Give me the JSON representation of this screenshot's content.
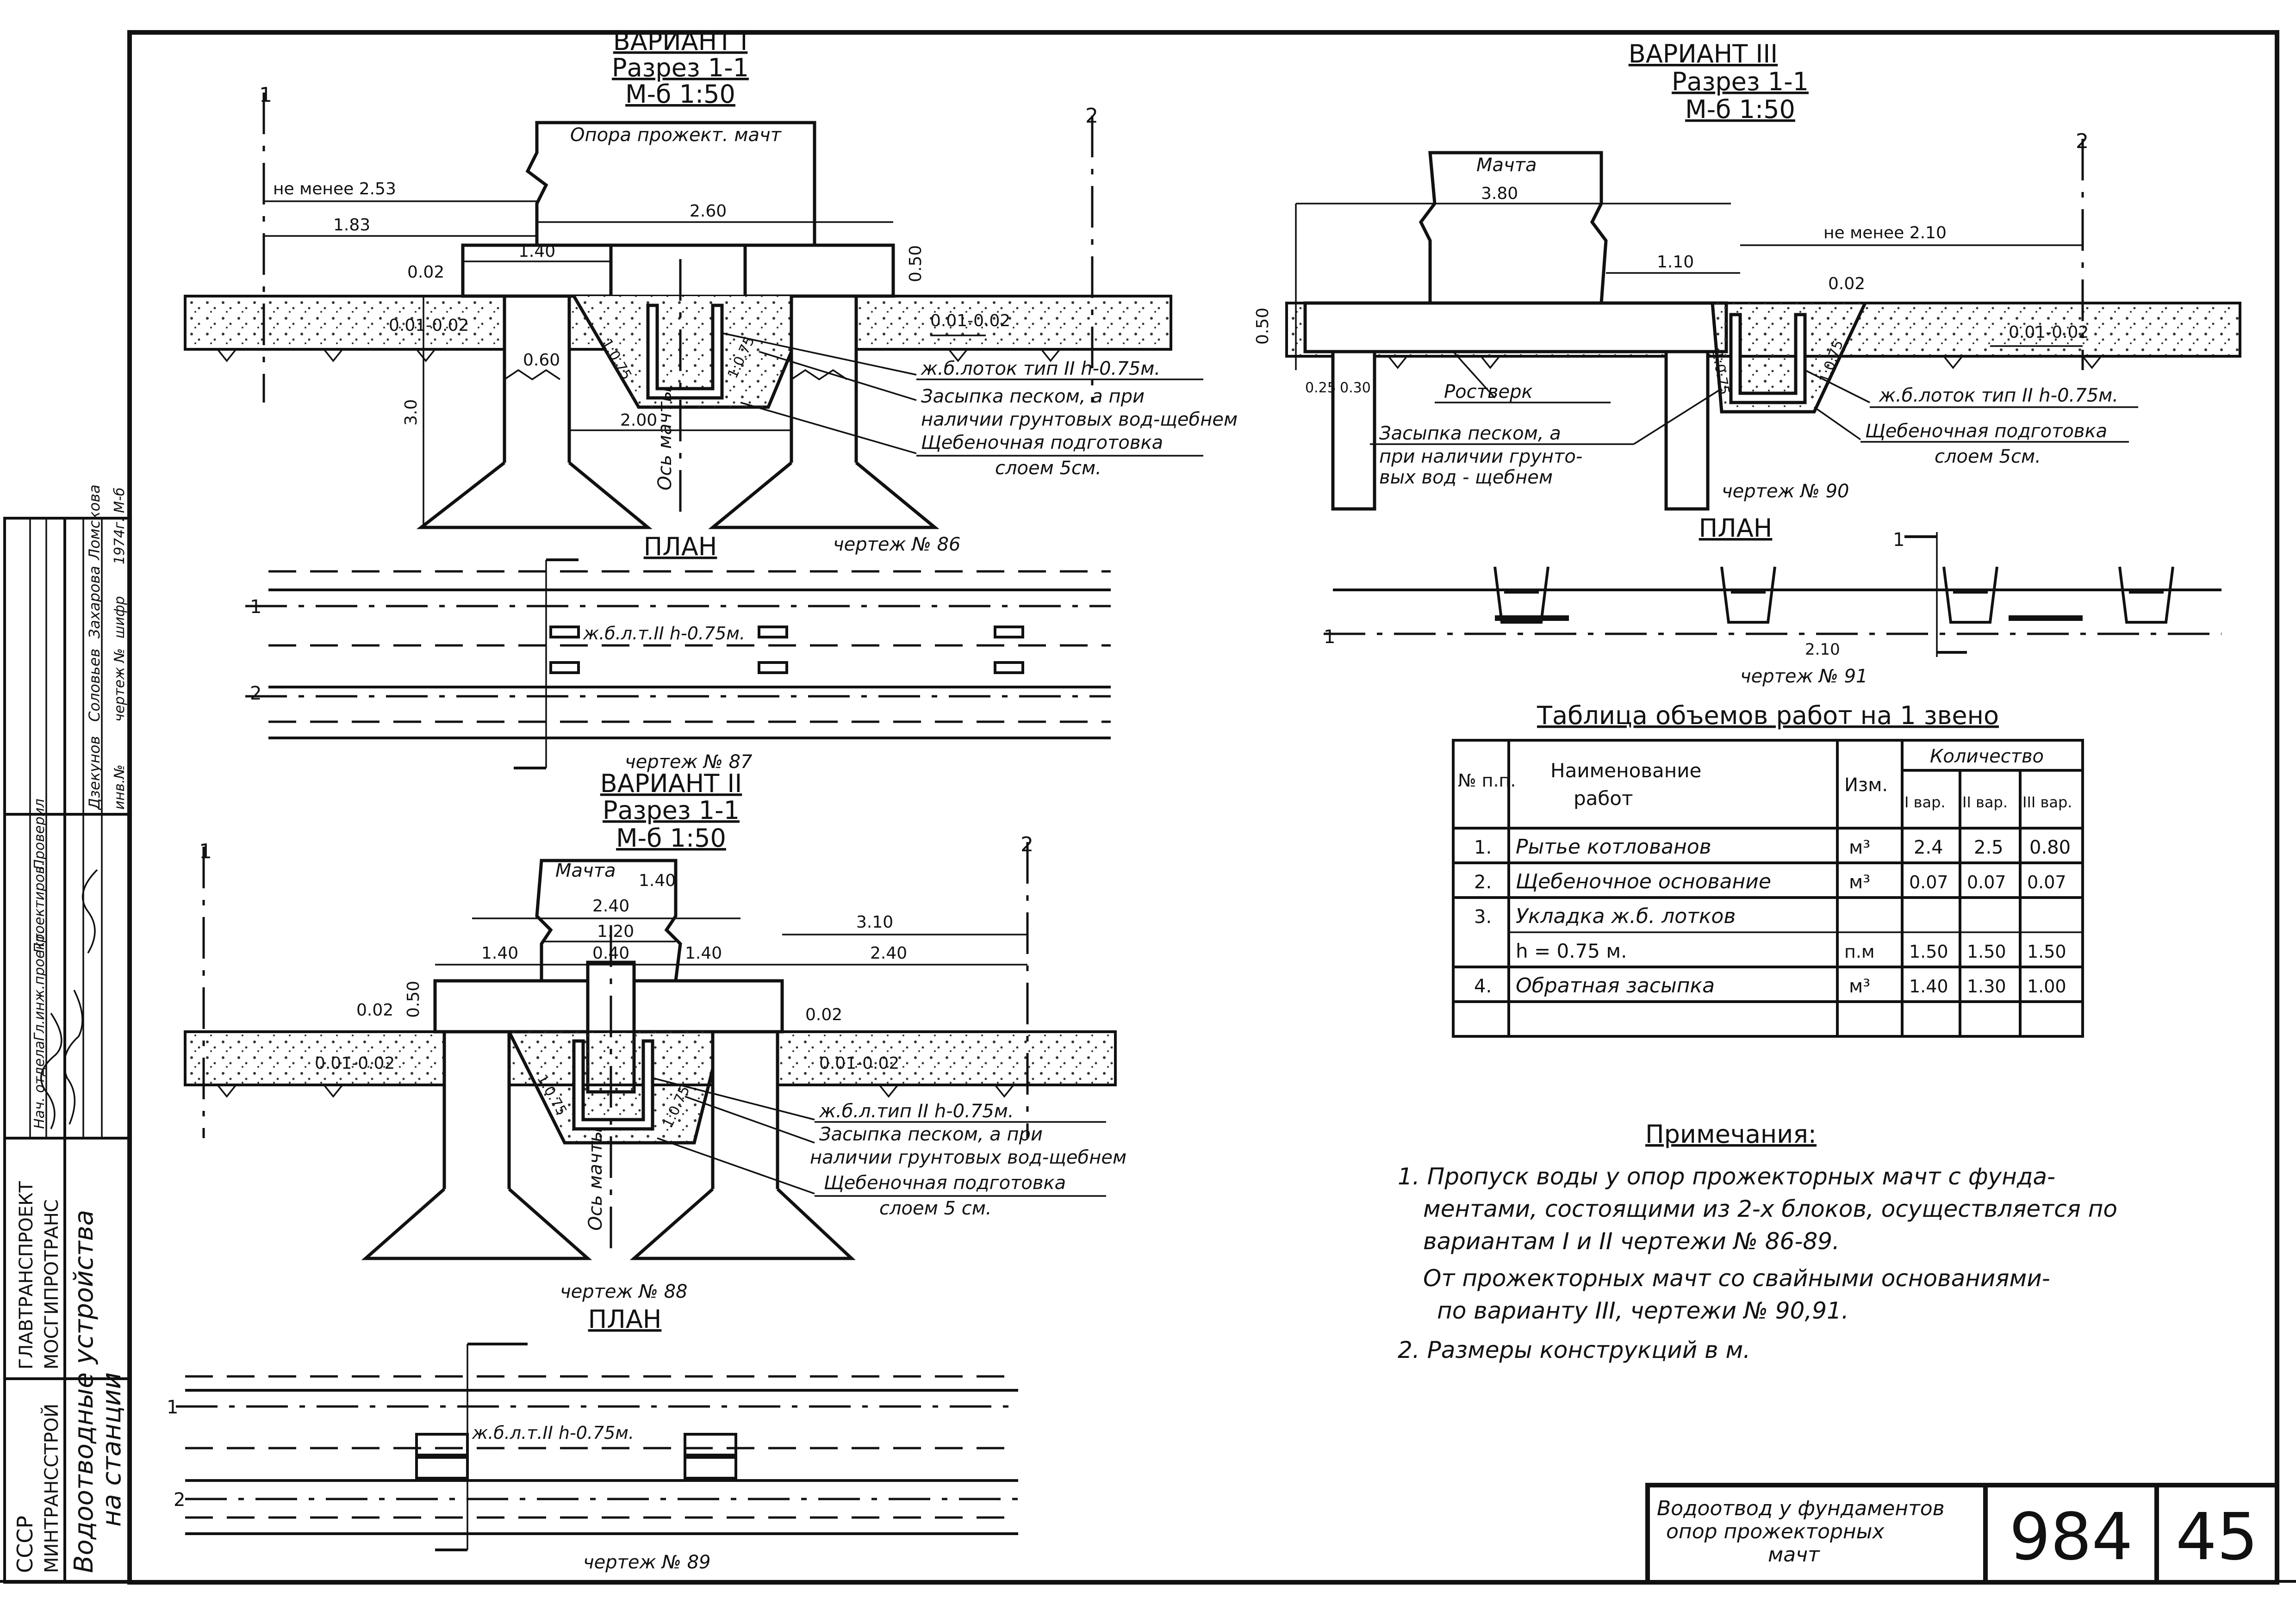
{
  "variant1": {
    "title": "ВАРИАНТ I",
    "section": "Разрез 1-1",
    "scale": "М-б 1:50",
    "support_label": "Опора прожект. мачт",
    "dims": {
      "min": "не менее 2.53",
      "d183": "1.83",
      "d260": "2.60",
      "d140": "1.40",
      "d002": "0.02",
      "d050": "0.50",
      "slope": "0.01-0.02",
      "slope_r": "0.01-0.02",
      "d060": "0.60",
      "d30": "3.0",
      "d200": "2.00",
      "s1": "1:0.75",
      "s2": "1:0.75"
    },
    "axis_label": "Ось мачты",
    "mark1": "1",
    "mark2": "2",
    "legend": [
      "ж.б.лоток тип II h-0.75м.",
      "Засыпка песком, а при",
      "наличии грунтовых вод-щебнем",
      "Щебеночная подготовка",
      "слоем 5см."
    ],
    "drawing": "чертеж № 86",
    "plan_title": "ПЛАН",
    "plan_label": "ж.б.л.т.II h-0.75м.",
    "plan_drawing": "чертеж № 87"
  },
  "variant2": {
    "title": "ВАРИАНТ II",
    "section": "Разрез 1-1",
    "scale": "М-б 1:50",
    "mast_label": "Мачта",
    "dims": {
      "d140top": "1.40",
      "d240": "2.40",
      "d120": "1.20",
      "d040": "0.40",
      "d140l": "1.40",
      "d140r": "1.40",
      "d310": "3.10",
      "d240r": "2.40",
      "d002l": "0.02",
      "d050": "0.50",
      "d002r": "0.02",
      "slope_l": "0.01-0.02",
      "slope_r": "0.01-0.02",
      "s1": "1:0.75",
      "s2": "1:0.75"
    },
    "axis_label": "Ось мачты",
    "mark1": "1",
    "mark2": "2",
    "legend": [
      "ж.б.л.тип II h-0.75м.",
      "Засыпка песком, а при",
      "наличии грунтовых вод-щебнем",
      "Щебеночная подготовка",
      "слоем 5 см."
    ],
    "drawing": "чертеж № 88",
    "plan_title": "ПЛАН",
    "plan_label": "ж.б.л.т.II h-0.75м.",
    "plan_drawing": "чертеж № 89"
  },
  "variant3": {
    "title": "ВАРИАНТ III",
    "section": "Разрез 1-1",
    "scale": "М-б 1:50",
    "mast_label": "Мачта",
    "dims": {
      "d380": "3.80",
      "min": "не менее 2.10",
      "d110": "1.10",
      "d002": "0.02",
      "d050": "0.50",
      "d025": "0.25",
      "d030": "0.30",
      "slope": "0.01-0.02",
      "s1": "1:0.75",
      "s2": "1:0.75"
    },
    "rostverk": "Ростверк",
    "legend_left": [
      "Засыпка песком, а",
      "при наличии грунто-",
      "вых вод - щебнем"
    ],
    "legend_right": [
      "ж.б.лоток тип II h-0.75м.",
      "Щебеночная подготовка",
      "слоем 5см."
    ],
    "drawing": "чертеж № 90",
    "plan_title": "ПЛАН",
    "plan_dim": "2.10",
    "plan_drawing": "чертеж № 91",
    "mark1": "1",
    "mark2": "2"
  },
  "table": {
    "title": "Таблица объемов работ на 1 звено",
    "headers": {
      "no": "№ п.п.",
      "name_1": "Наименование",
      "name_2": "работ",
      "unit": "Изм.",
      "qty": "Количество",
      "v1": "I вар.",
      "v2": "II вар.",
      "v3": "III вар."
    },
    "rows": [
      {
        "no": "1.",
        "name": "Рытье котлованов",
        "unit": "м³",
        "v1": "2.4",
        "v2": "2.5",
        "v3": "0.80"
      },
      {
        "no": "2.",
        "name": "Щебеночное основание",
        "unit": "м³",
        "v1": "0.07",
        "v2": "0.07",
        "v3": "0.07"
      },
      {
        "no": "3.",
        "name": "Укладка ж.б. лотков",
        "unit": "",
        "v1": "",
        "v2": "",
        "v3": ""
      },
      {
        "no": "",
        "name": "h = 0.75 м.",
        "unit": "п.м",
        "v1": "1.50",
        "v2": "1.50",
        "v3": "1.50"
      },
      {
        "no": "4.",
        "name": "Обратная засыпка",
        "unit": "м³",
        "v1": "1.40",
        "v2": "1.30",
        "v3": "1.00"
      },
      {
        "no": "",
        "name": "",
        "unit": "",
        "v1": "",
        "v2": "",
        "v3": ""
      }
    ]
  },
  "notes": {
    "title": "Примечания:",
    "lines": [
      "1. Пропуск воды у опор прожекторных мачт с фунда-",
      "ментами, состоящими из 2-х блоков, осуществляется по",
      "вариантам I и II чертежи № 86-89.",
      "От прожекторных мачт со свайными основаниями-",
      "по варианту III, чертежи № 90,91.",
      "2. Размеры конструкций в м."
    ]
  },
  "title_block": {
    "title_1": "Водоотвод у фундаментов",
    "title_2": "опор прожекторных",
    "title_3": "мачт",
    "album": "984",
    "sheet": "45"
  },
  "side_stamp": {
    "org_1": "СССР",
    "org_2": "МИНТРАНССТРОЙ",
    "org_3": "ГЛАВТРАНСПРОЕКТ",
    "org_4": "МОСГИПРОТРАНС",
    "subject_1": "Водоотводные устройства",
    "subject_2": "на станции",
    "roles": [
      "Нач. отдела",
      "Гл.инж.проект.",
      "Проектиров.",
      "Проверил"
    ],
    "names": [
      "Дзекунов",
      "Соловьев",
      "Захарова",
      "Ломскова"
    ],
    "meta": [
      "инв.№",
      "чертеж №",
      "шифр",
      "1974г. М-б"
    ]
  }
}
